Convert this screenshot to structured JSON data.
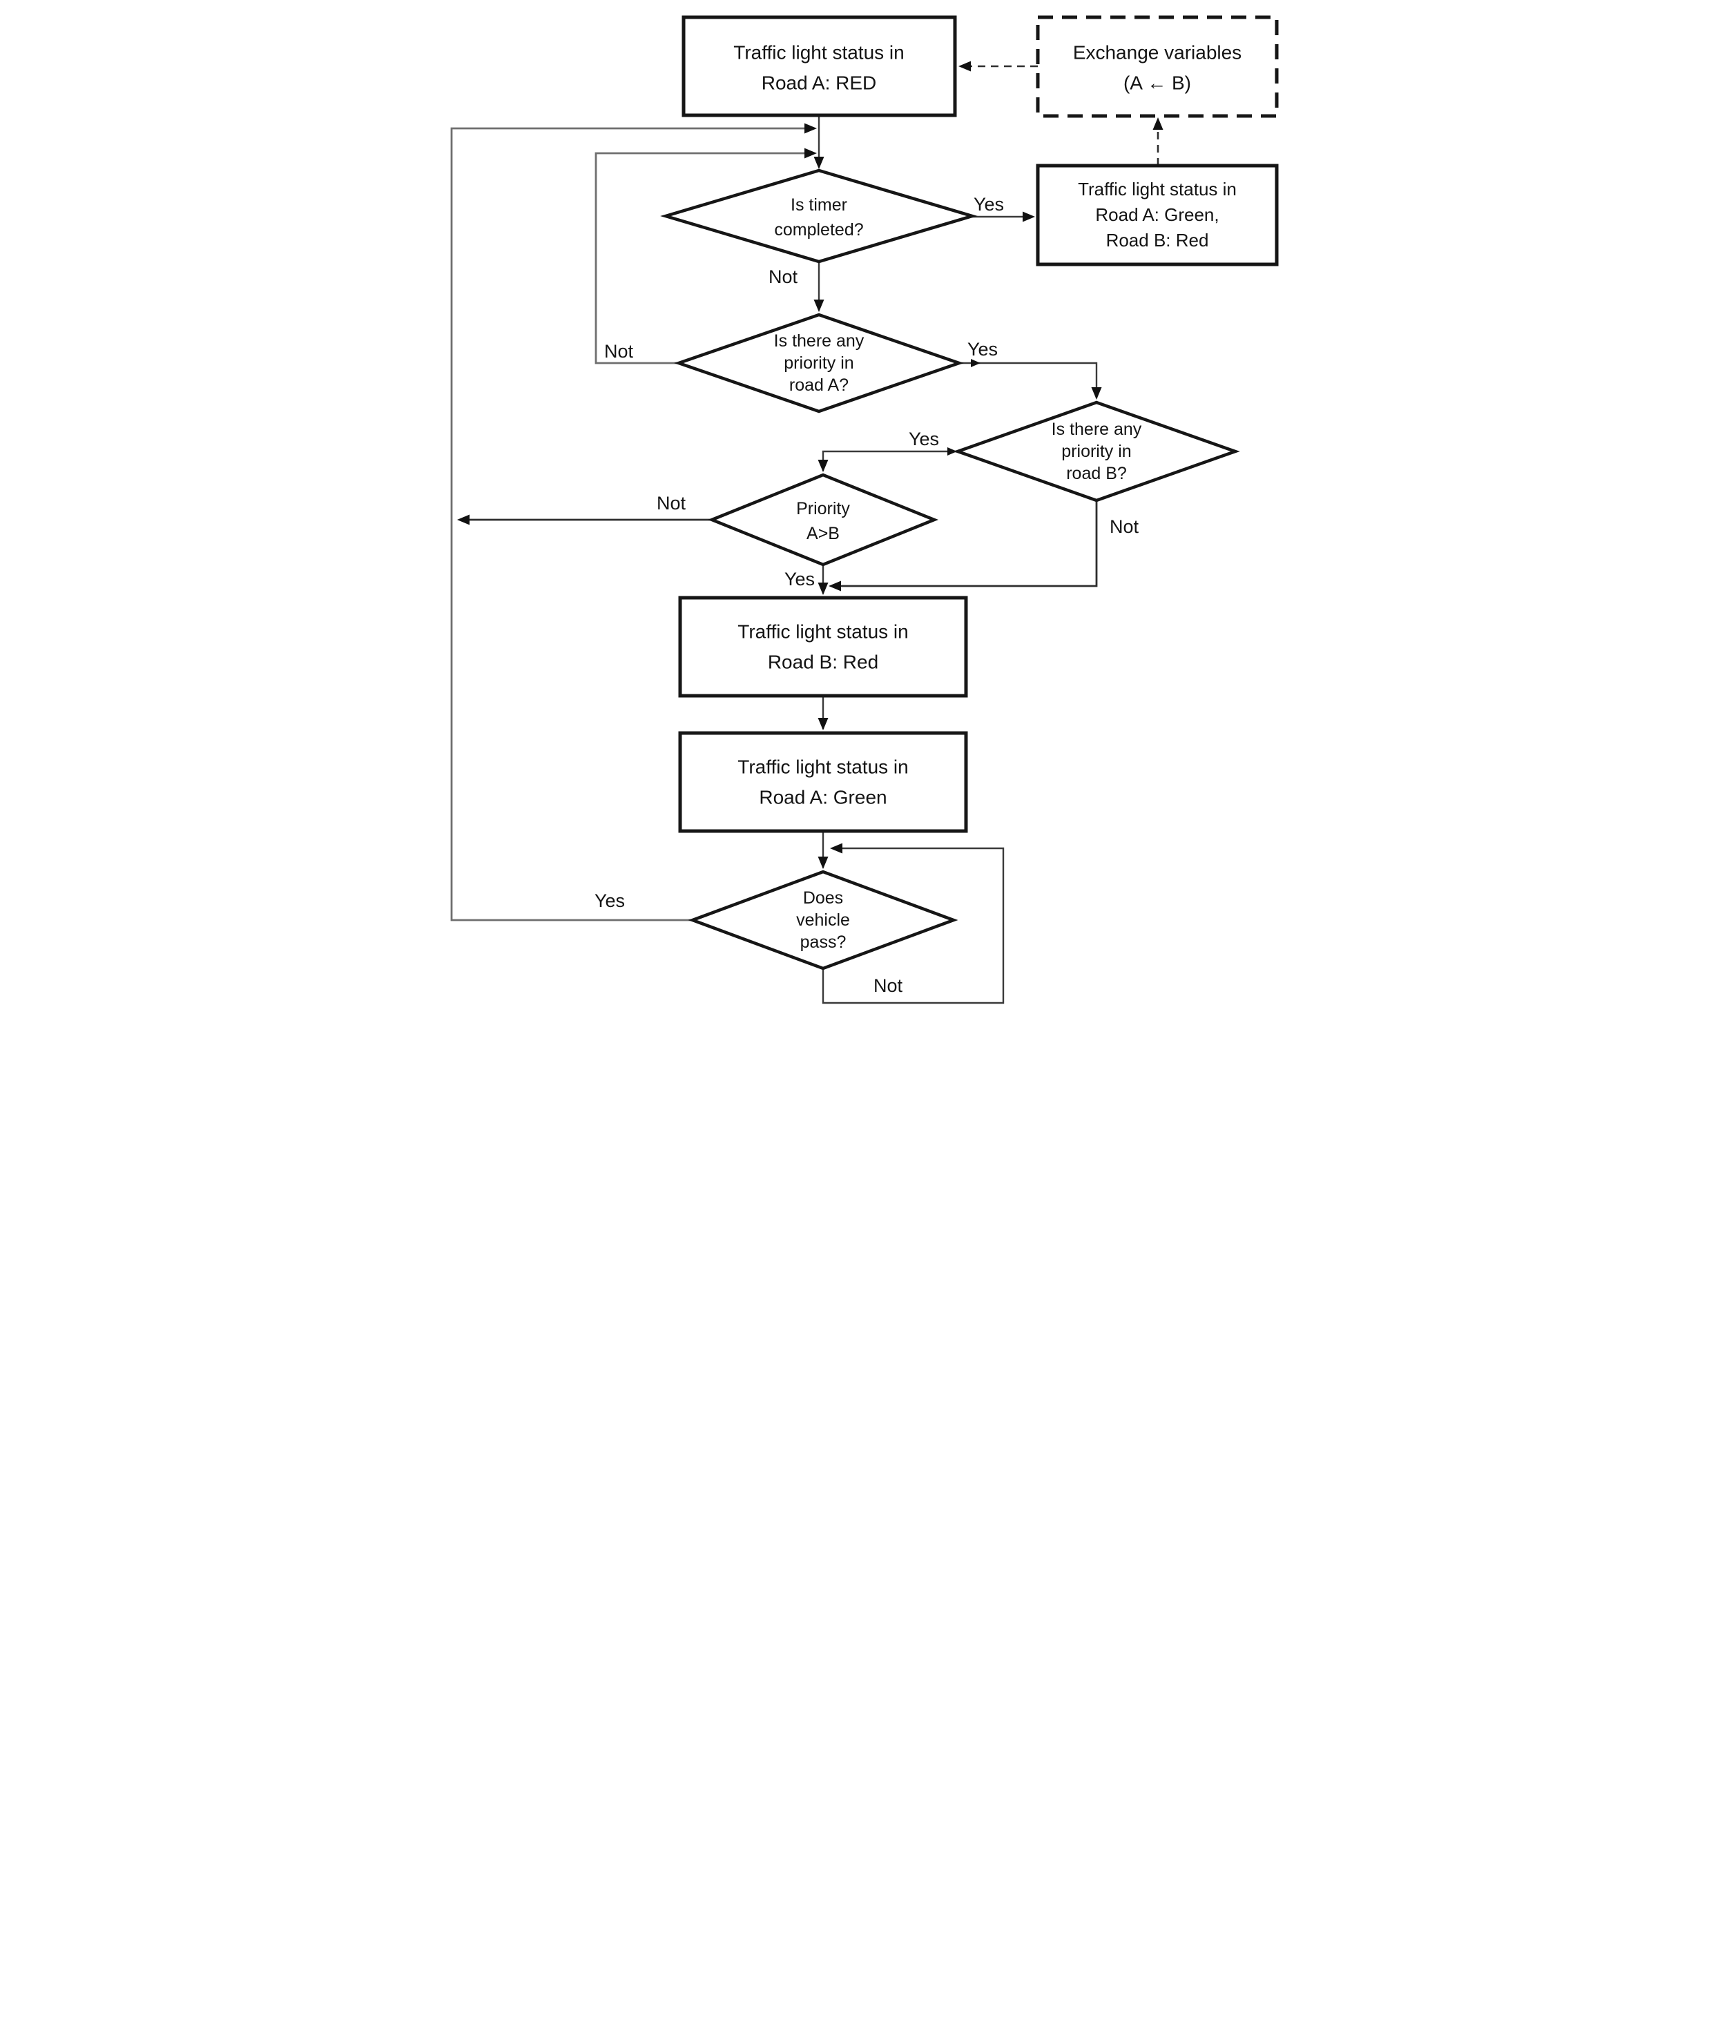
{
  "flowchart": {
    "nodes": {
      "road_a_red": {
        "lines": [
          "Traffic light status in",
          "Road A: RED"
        ]
      },
      "exchange": {
        "lines": [
          "Exchange variables",
          "(A ← B)"
        ]
      },
      "road_a_green_b_red": {
        "lines": [
          "Traffic light status in",
          "Road A: Green,",
          "Road B: Red"
        ]
      },
      "timer": {
        "lines": [
          "Is timer",
          "completed?"
        ]
      },
      "priority_road_a": {
        "lines": [
          "Is there any",
          "priority in",
          "road A?"
        ]
      },
      "priority_road_b": {
        "lines": [
          "Is there any",
          "priority in",
          "road B?"
        ]
      },
      "priority_compare": {
        "lines": [
          "Priority",
          "A>B"
        ]
      },
      "road_b_red": {
        "lines": [
          "Traffic light status in",
          "Road B: Red"
        ]
      },
      "road_a_green": {
        "lines": [
          "Traffic light status in",
          "Road A: Green"
        ]
      },
      "vehicle_pass": {
        "lines": [
          "Does",
          "vehicle",
          "pass?"
        ]
      }
    },
    "edge_labels": {
      "timer_yes": "Yes",
      "timer_not": "Not",
      "priority_a_not": "Not",
      "priority_a_yes": "Yes",
      "priority_b_yes": "Yes",
      "priority_b_not": "Not",
      "priority_compare_not": "Not",
      "priority_compare_yes": "Yes",
      "vehicle_yes": "Yes",
      "vehicle_not": "Not"
    },
    "colors": {
      "shape_stroke": "#161616",
      "connector": "#3a3a3a",
      "loop_gray": "#6f6f6f",
      "background": "#ffffff"
    }
  }
}
